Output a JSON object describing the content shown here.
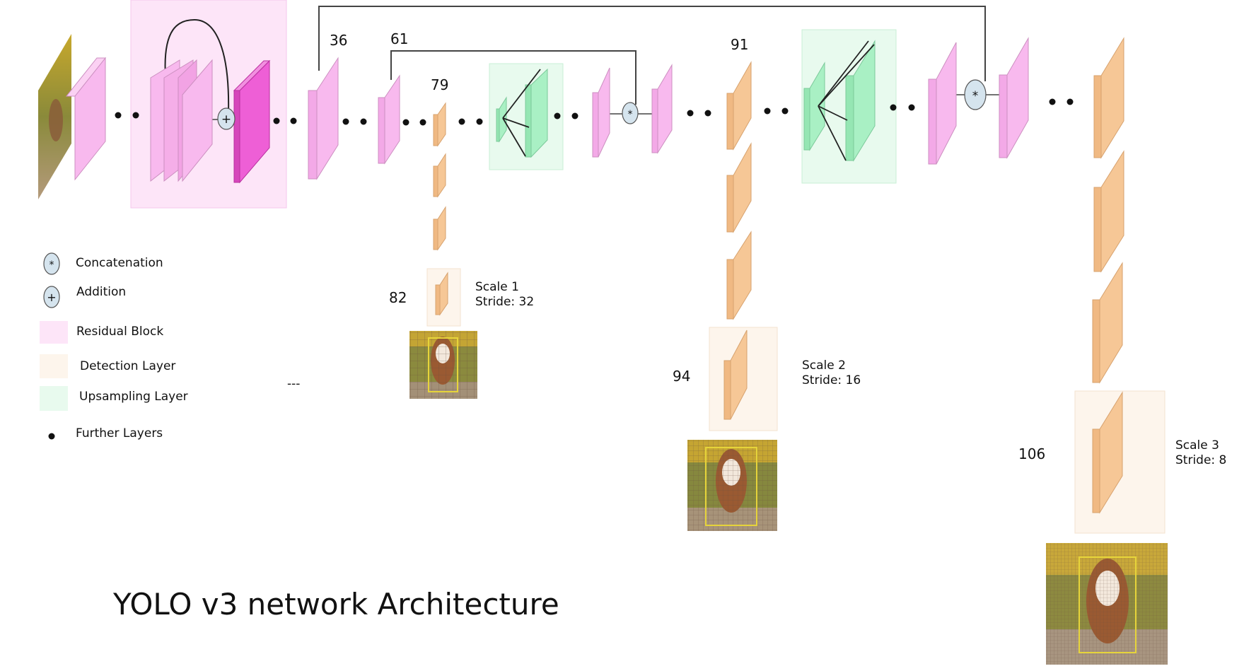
{
  "title": "YOLO v3 network Architecture",
  "layer_numbers": {
    "n36": "36",
    "n61": "61",
    "n79": "79",
    "n82": "82",
    "n91": "91",
    "n94": "94",
    "n106": "106"
  },
  "scales": [
    {
      "line1": "Scale 1",
      "line2": "Stride: 32"
    },
    {
      "line1": "Scale 2",
      "line2": "Stride: 16"
    },
    {
      "line1": "Scale 3",
      "line2": "Stride: 8"
    }
  ],
  "legend": {
    "concatenation": {
      "symbol": "*",
      "label": "Concatenation"
    },
    "addition": {
      "symbol": "+",
      "label": "Addition"
    },
    "residual": "Residual Block",
    "detection": "Detection Layer",
    "upsampling": "Upsampling Layer",
    "further": "Further Layers"
  },
  "separator": "---",
  "colors": {
    "residual_block_bg": "#fde5f8",
    "residual_layer": "#f8b9ee",
    "addition_output_layer": "#ee5fd6",
    "detection_layer": "#f6c796",
    "detection_bg": "#fdf5ec",
    "upsampling_layer": "#a9f0c4",
    "upsampling_bg": "#e8faee",
    "operator_circle": "#d5e4ee"
  }
}
